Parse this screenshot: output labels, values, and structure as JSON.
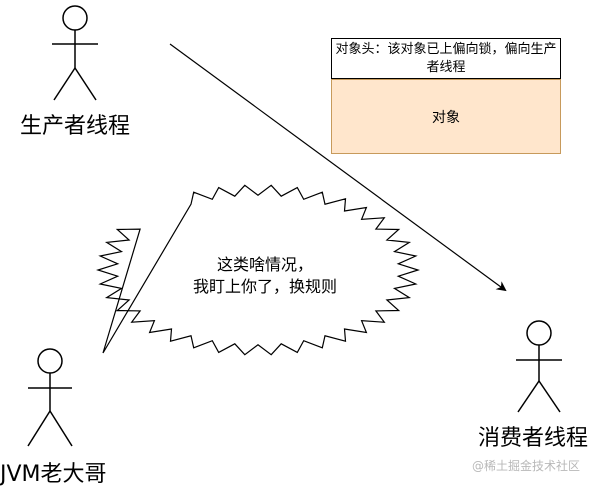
{
  "actors": {
    "producer": "生产者线程",
    "consumer": "消费者线程",
    "jvm": "JVM老大哥"
  },
  "object": {
    "header": "对象头：该对象已上偏向锁，偏向生产者线程",
    "body": "对象"
  },
  "speech": {
    "line1": "这类啥情况，",
    "line2": "我盯上你了，换规则"
  },
  "watermark": "@稀土掘金技术社区"
}
